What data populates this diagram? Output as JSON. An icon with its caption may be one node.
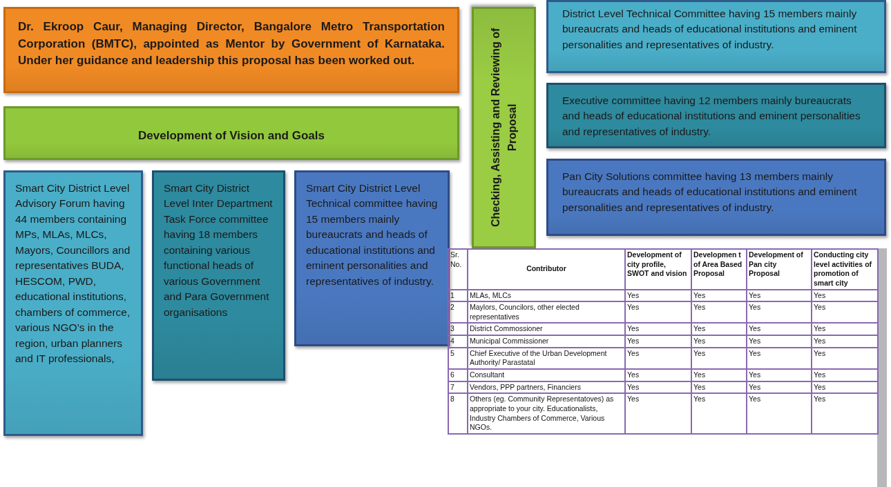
{
  "diagram": {
    "nodes": [
      {
        "text": [
          "Dr. Ekroop Caur, Managing Director, Bangalore Metro Transportation Corporation (BMTC), appointed as Mentor by Government of Karnataka. Under her guidance and leadership this proposal has been worked out."
        ]
      },
      {
        "text": [
          "Development of Vision and Goals"
        ]
      },
      {
        "text": [
          "Smart City District Level Advisory Forum having 44 members containing MPs, MLAs, MLCs, Mayors, Councillors and representatives BUDA, HESCOM, PWD, educational institutions, chambers of commerce, various NGO’s in the region, urban planners and IT professionals,"
        ]
      },
      {
        "text": [
          "Smart City District Level Inter Department Task Force committee having 18 members containing various functional heads of various Government and Para Government organisations"
        ]
      },
      {
        "text": [
          "Smart City District Level Technical committee having 15 members mainly bureaucrats and heads of educational institutions and eminent personalities and representatives of industry."
        ]
      },
      {
        "text": [
          "Checking, Assisting and Reviewing of Proposal"
        ]
      },
      {
        "text": [
          "District Level Technical Committee having 15 members mainly bureaucrats and heads of educational institutions and eminent personalities and representatives of industry."
        ]
      },
      {
        "text": [
          "Executive committee having 12 members mainly bureaucrats and heads of educational institutions and eminent personalities and representatives of industry."
        ]
      },
      {
        "text": [
          "Pan City Solutions committee  having 13 members mainly bureaucrats and heads of educational institutions and eminent personalities and representatives of industry."
        ]
      }
    ],
    "labels": [
      "Sr. No.",
      "Contributor",
      "Development of city profile, SWOT and vision",
      "Developmen t of Area Based Proposal",
      "Development of Pan city Proposal",
      "Conducting city level activities  of promotion of smart city",
      "1",
      "MLAs, MLCs",
      "Yes",
      "Yes",
      "Yes",
      "Yes",
      "2",
      "Maylors, Councilors, other elected representatives",
      "Yes",
      "Yes",
      "Yes",
      "Yes",
      "3",
      "District Commossioner",
      "Yes",
      "Yes",
      "Yes",
      "Yes",
      "4",
      "Municipal Commissioner",
      "Yes",
      "Yes",
      "Yes",
      "Yes",
      "5",
      "Chief Executive  of the Urban Development Authority/ Parastatal",
      "Yes",
      "Yes",
      "Yes",
      "Yes",
      "6",
      "Consultant",
      "Yes",
      "Yes",
      "Yes",
      "Yes",
      "7",
      "Vendors, PPP partners, Financiers",
      "Yes",
      "Yes",
      "Yes",
      "Yes",
      "8",
      "Others (eg. Community Representatoves)  as appropriate to your city. Educationalists, Industry Chambers of Commerce, Various NGOs.",
      "Yes",
      "Yes",
      "Yes",
      "Yes"
    ]
  }
}
